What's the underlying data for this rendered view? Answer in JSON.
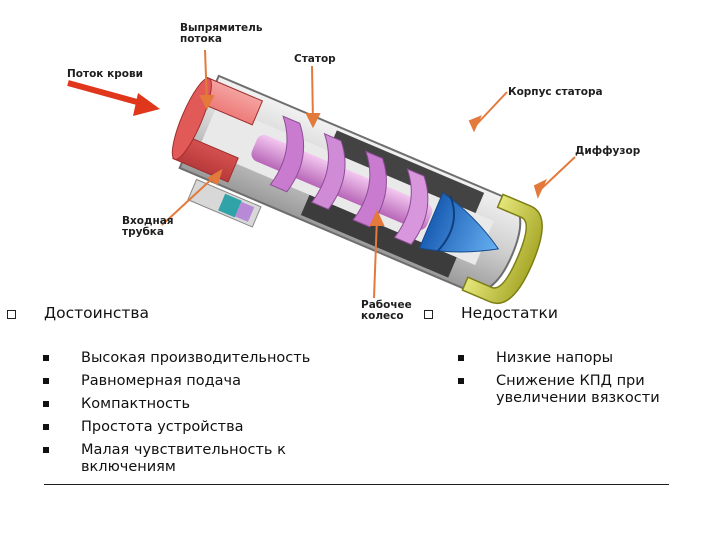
{
  "diagram": {
    "labels": {
      "blood_flow": "Поток крови",
      "flow_straightener": "Выпрямитель\nпотока",
      "stator": "Статор",
      "stator_housing": "Корпус статора",
      "diffuser": "Диффузор",
      "inlet_tube": "Входная\nтрубка",
      "impeller": "Рабочее\nколесо"
    },
    "colors": {
      "arrow": "#e0361c",
      "inlet_red": "#e8605f",
      "rotor_pink": "#d88ed8",
      "diffuser_blue": "#2f7fd9",
      "housing_grey": "#4a4a4a",
      "ring_yellow": "#cfd13c"
    }
  },
  "advantages": {
    "title": "Достоинства",
    "items": [
      "Высокая производительность",
      "Равномерная подача",
      "Компактность",
      "Простота устройства",
      "Малая чувствительность к\nвключениям"
    ]
  },
  "disadvantages": {
    "title": "Недостатки",
    "items": [
      "Низкие напоры",
      "Снижение КПД при\nувеличении вязкости"
    ]
  }
}
